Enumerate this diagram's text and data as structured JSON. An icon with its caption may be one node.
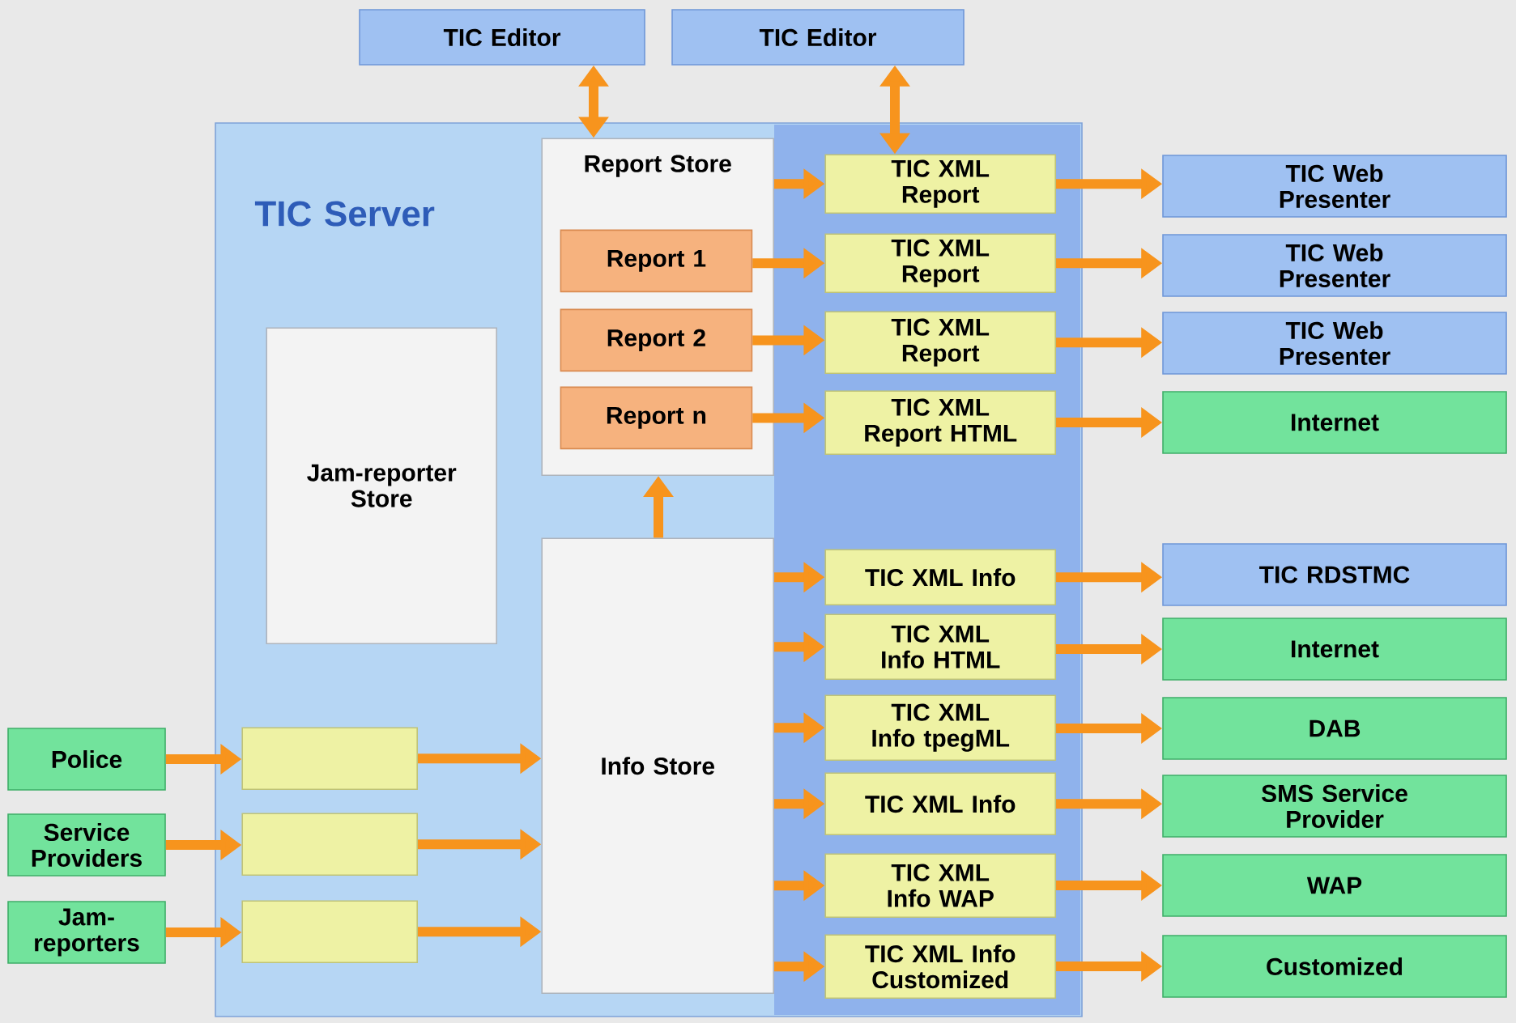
{
  "diagram": {
    "nodes": [
      {
        "text": [
          "TIC Editor"
        ]
      },
      {
        "text": [
          "TIC Editor"
        ]
      },
      {
        "text": [
          "TIC Server"
        ]
      },
      {
        "text": [
          "Report Store"
        ],
        "in": 2
      },
      {
        "text": [
          "Report 1"
        ],
        "in": 3
      },
      {
        "text": [
          "Report 2"
        ],
        "in": 3
      },
      {
        "text": [
          "Report n"
        ],
        "in": 3
      },
      {
        "text": [
          "Jam-reporter Store"
        ],
        "in": 2
      },
      {
        "text": [
          "Info Store"
        ],
        "in": 2
      },
      {
        "text": [
          "TIC XML Report"
        ],
        "in": 2
      },
      {
        "text": [
          "TIC XML Report"
        ],
        "in": 2
      },
      {
        "text": [
          "TIC XML Report"
        ],
        "in": 2
      },
      {
        "text": [
          "TIC XML Report HTML"
        ],
        "in": 2
      },
      {
        "text": [
          "TIC XML Info"
        ],
        "in": 2
      },
      {
        "text": [
          "TIC XML Info HTML"
        ],
        "in": 2
      },
      {
        "text": [
          "TIC XML Info tpegML"
        ],
        "in": 2
      },
      {
        "text": [
          "TIC XML Info"
        ],
        "in": 2
      },
      {
        "text": [
          "TIC XML Info WAP"
        ],
        "in": 2
      },
      {
        "text": [
          "TIC XML Info Customized"
        ],
        "in": 2
      },
      {
        "text": [
          "TIC Web Presenter"
        ]
      },
      {
        "text": [
          "TIC Web Presenter"
        ]
      },
      {
        "text": [
          "TIC Web Presenter"
        ]
      },
      {
        "text": [
          "Internet"
        ]
      },
      {
        "text": [
          "TIC RDSTMC"
        ]
      },
      {
        "text": [
          "Internet"
        ]
      },
      {
        "text": [
          "DAB"
        ]
      },
      {
        "text": [
          "SMS Service Provider"
        ]
      },
      {
        "text": [
          "WAP"
        ]
      },
      {
        "text": [
          "Customized"
        ]
      },
      {
        "text": [
          "Police"
        ]
      },
      {
        "text": [
          "Service Providers"
        ]
      },
      {
        "text": [
          "Jam-reporters"
        ]
      },
      {
        "text": [],
        "shape": "box",
        "in": 2
      },
      {
        "text": [],
        "shape": "box",
        "in": 2
      },
      {
        "text": [],
        "shape": "box",
        "in": 2
      }
    ],
    "edges": [
      {
        "from": 0,
        "to": 3,
        "arrow": "both"
      },
      {
        "from": 1,
        "to": 9,
        "arrow": "both"
      },
      {
        "from": 3,
        "to": 9,
        "arrow": "to"
      },
      {
        "from": 4,
        "to": 10,
        "arrow": "to"
      },
      {
        "from": 5,
        "to": 11,
        "arrow": "to"
      },
      {
        "from": 6,
        "to": 12,
        "arrow": "to"
      },
      {
        "from": 9,
        "to": 19,
        "arrow": "to"
      },
      {
        "from": 10,
        "to": 20,
        "arrow": "to"
      },
      {
        "from": 11,
        "to": 21,
        "arrow": "to"
      },
      {
        "from": 12,
        "to": 22,
        "arrow": "to"
      },
      {
        "from": 8,
        "to": 3,
        "arrow": "to"
      },
      {
        "from": 8,
        "to": 13,
        "arrow": "to"
      },
      {
        "from": 8,
        "to": 14,
        "arrow": "to"
      },
      {
        "from": 8,
        "to": 15,
        "arrow": "to"
      },
      {
        "from": 8,
        "to": 16,
        "arrow": "to"
      },
      {
        "from": 8,
        "to": 17,
        "arrow": "to"
      },
      {
        "from": 8,
        "to": 18,
        "arrow": "to"
      },
      {
        "from": 13,
        "to": 23,
        "arrow": "to"
      },
      {
        "from": 14,
        "to": 24,
        "arrow": "to"
      },
      {
        "from": 15,
        "to": 25,
        "arrow": "to"
      },
      {
        "from": 16,
        "to": 26,
        "arrow": "to"
      },
      {
        "from": 17,
        "to": 27,
        "arrow": "to"
      },
      {
        "from": 18,
        "to": 28,
        "arrow": "to"
      },
      {
        "from": 29,
        "to": 32,
        "arrow": "to"
      },
      {
        "from": 30,
        "to": 33,
        "arrow": "to"
      },
      {
        "from": 31,
        "to": 34,
        "arrow": "to"
      },
      {
        "from": 32,
        "to": 8,
        "arrow": "to"
      },
      {
        "from": 33,
        "to": 8,
        "arrow": "to"
      },
      {
        "from": 34,
        "to": 8,
        "arrow": "to"
      }
    ]
  }
}
